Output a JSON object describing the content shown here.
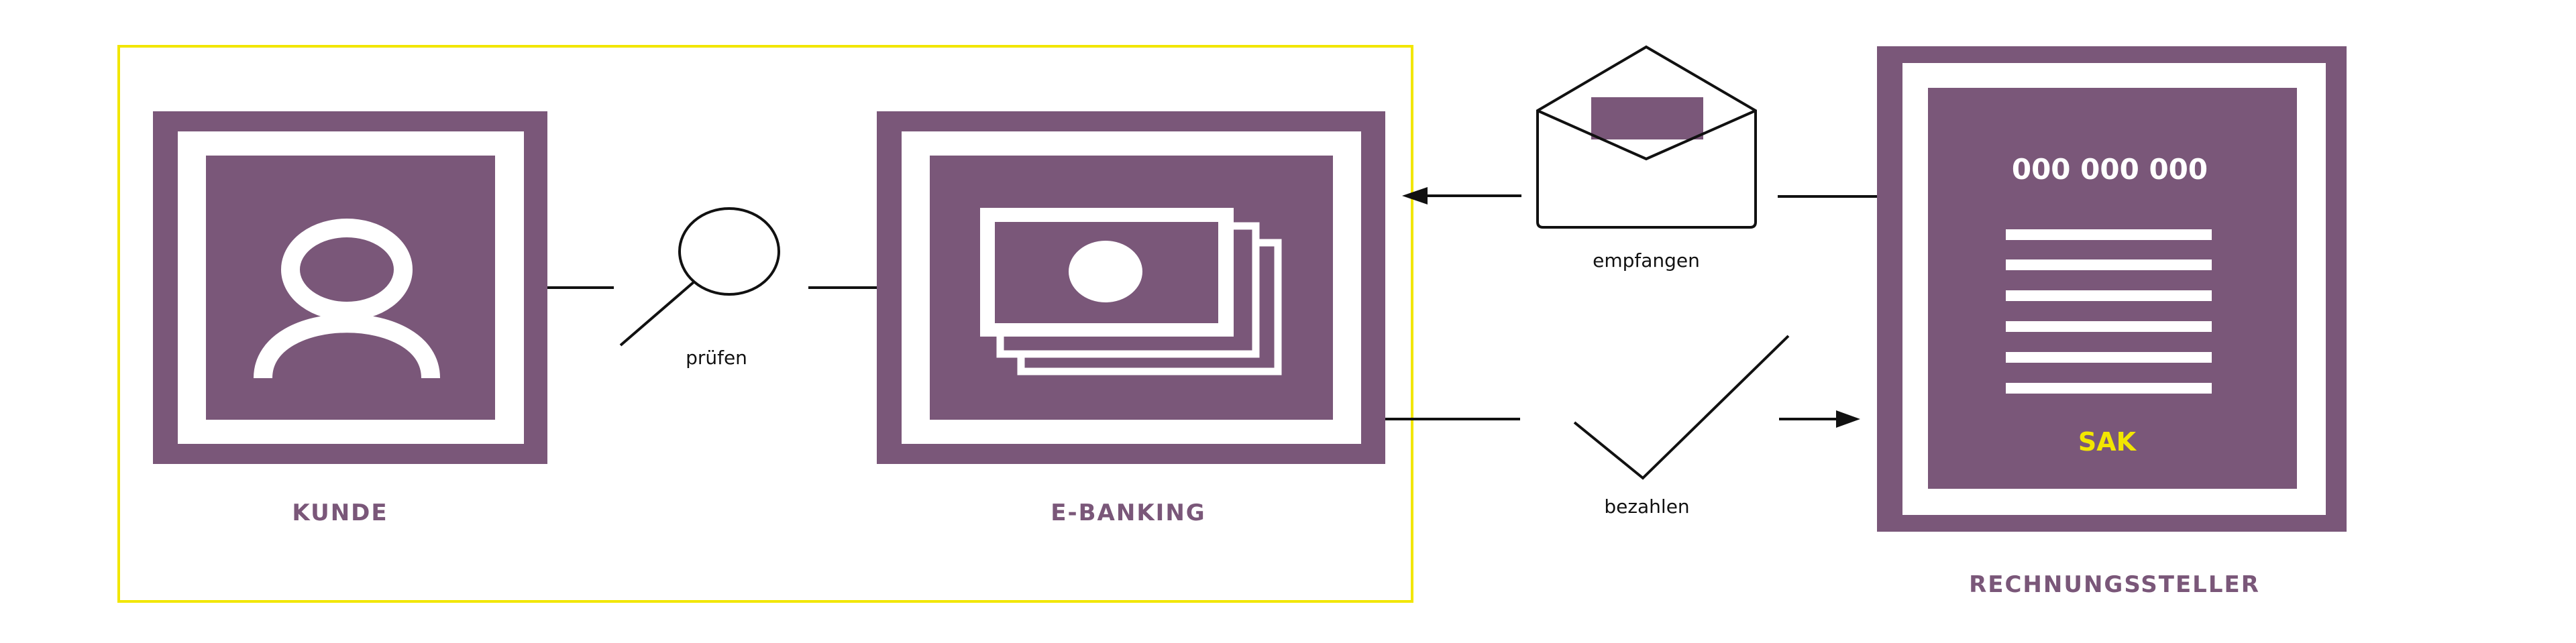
{
  "labels": {
    "kunde": "Kunde",
    "ebanking": "e-Banking",
    "pruefen": "prüfen",
    "empfangen": "empfangen",
    "bezahlen": "bezahlen",
    "rechnungssteller": "Rechnungssteller",
    "invoice_number": "000 000 000",
    "invoice_code": "SAK"
  },
  "colors": {
    "purple": "#7a5779",
    "yellow_frame": "#f2e600",
    "yellow_text": "#f2e600",
    "white": "#ffffff",
    "line": "#111111"
  },
  "icons": {
    "kunde": "user-icon",
    "ebanking": "banknotes-icon",
    "pruefen": "magnifier-icon",
    "empfangen": "envelope-icon",
    "bezahlen": "checkmark-icon",
    "rechnungssteller": "invoice-icon"
  }
}
